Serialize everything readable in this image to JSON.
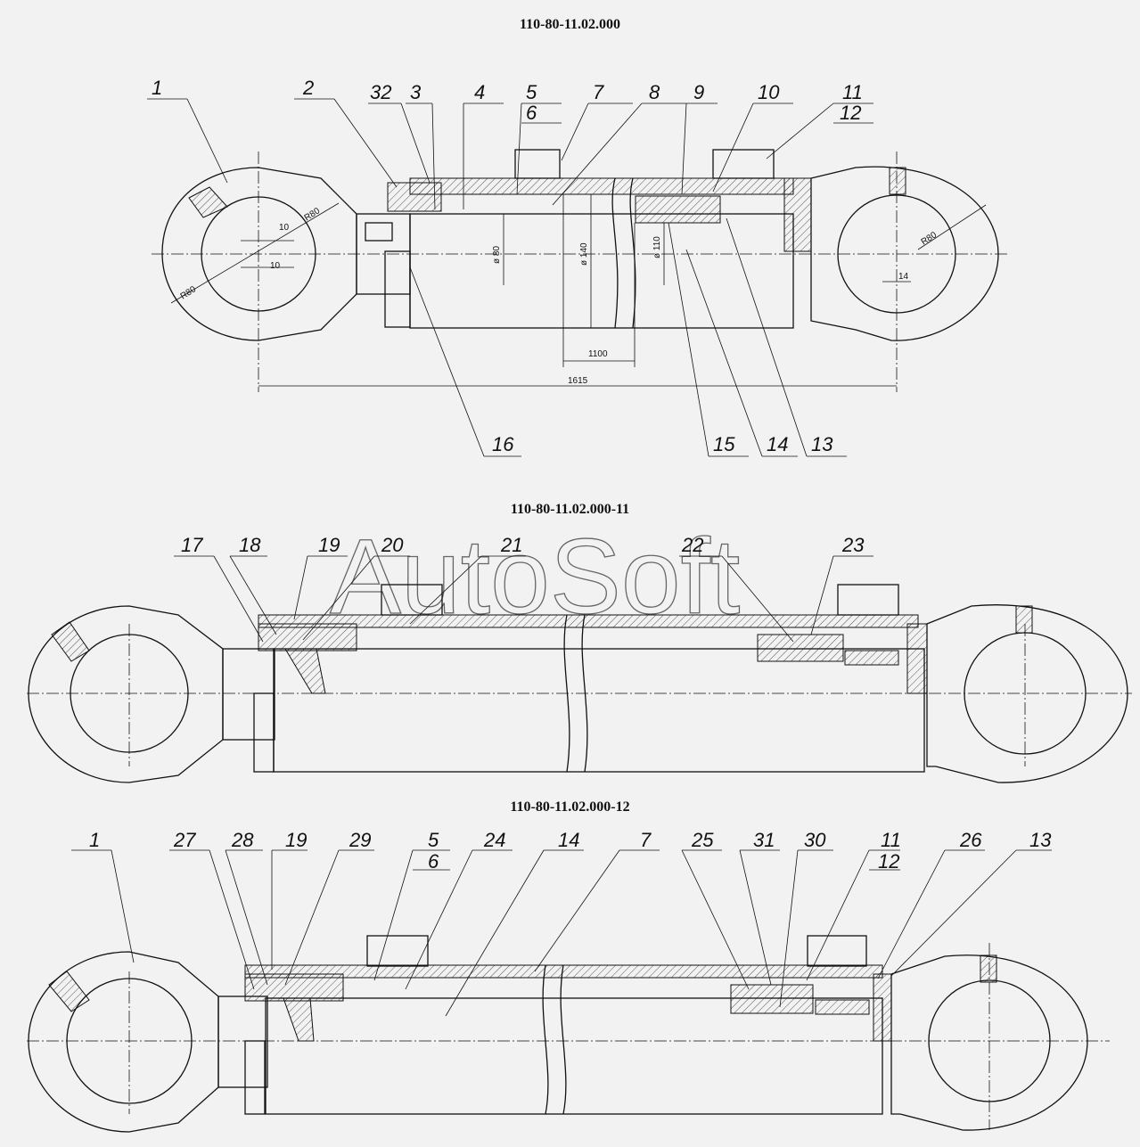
{
  "titles": {
    "top": "110-80-11.02.000",
    "middle": "110-80-11.02.000-11",
    "bottom": "110-80-11.02.000-12"
  },
  "watermark": "AutoSoft",
  "dimensions": {
    "r80_left_top": "R80",
    "r80_left_bottom": "R80",
    "r80_right": "R80",
    "offset_10_a": "10",
    "offset_10_b": "10",
    "rod_dia": "ø 80",
    "bore_dia": "ø 140",
    "piston_dia": "ø 110",
    "stroke": "1100",
    "length": "1615",
    "eye_width": "14"
  },
  "callouts_top": [
    "1",
    "2",
    "32",
    "3",
    "4",
    "5",
    "6",
    "7",
    "8",
    "9",
    "10",
    "11",
    "12",
    "16",
    "15",
    "14",
    "13"
  ],
  "callouts_middle": [
    "17",
    "18",
    "19",
    "20",
    "21",
    "22",
    "23"
  ],
  "callouts_bottom": [
    "1",
    "27",
    "28",
    "19",
    "29",
    "5",
    "6",
    "24",
    "14",
    "7",
    "25",
    "31",
    "30",
    "11",
    "12",
    "26",
    "13"
  ]
}
